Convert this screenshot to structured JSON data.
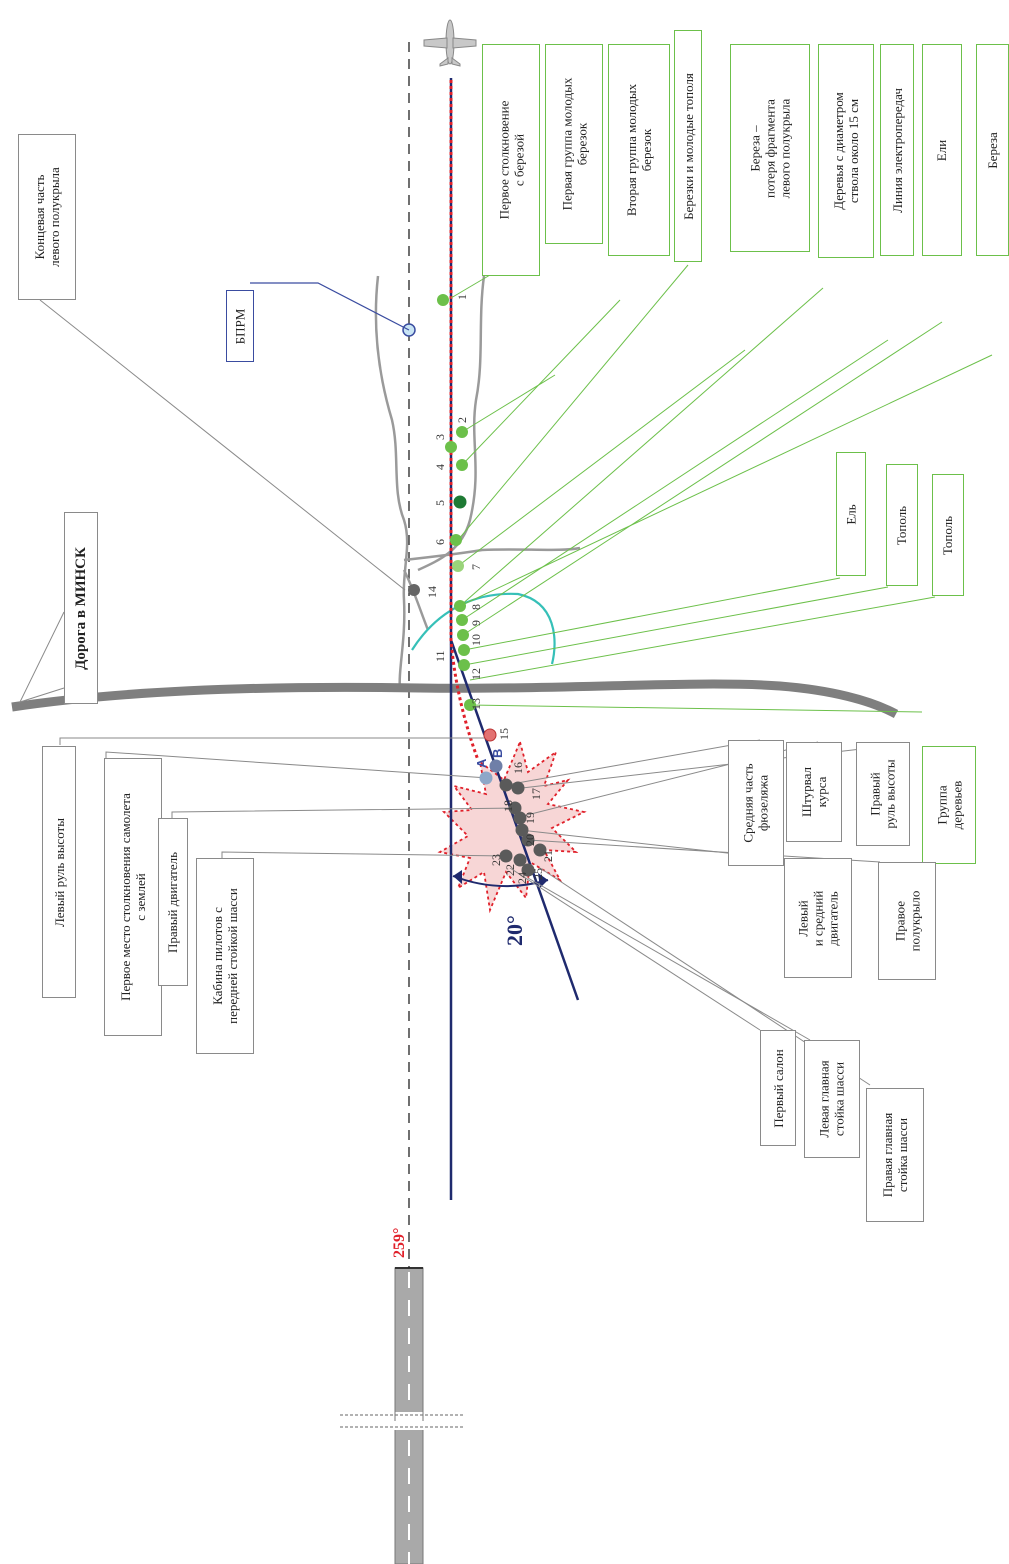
{
  "heading_label": "259°",
  "angle_label": "20°",
  "road_label": "Дорога в МИНСК",
  "beacon_label": "БПРМ",
  "tip_label": "Концевая часть\nлевого полукрыла",
  "crash_markers": {
    "a": "A",
    "b": "B"
  },
  "point_numbers": [
    "1",
    "2",
    "3",
    "4",
    "5",
    "6",
    "7",
    "8",
    "9",
    "10",
    "11",
    "12",
    "13",
    "14",
    "15",
    "16",
    "17",
    "18",
    "19",
    "20",
    "21",
    "22",
    "23",
    "24",
    "25"
  ],
  "tree_labels": [
    "Первое столкновение\nс березой",
    "Первая группа молодых\nберезок",
    "Вторая группа молодых\nберезок",
    "Березки и молодые тополя",
    "Береза –\nпотеря фрагмента\nлевого полукрыла",
    "Деревья с диаметром\nствола около 15 см",
    "Линия электропередач",
    "Ели",
    "Береза",
    "Ель",
    "Тополь",
    "Тополь",
    "Группа\nдеревьев"
  ],
  "left_debris_labels": [
    "Левый руль высоты",
    "Первое место столкновения самолета\nс землей",
    "Правый двигатель",
    "Кабина пилотов с\nпередней стойкой шасси"
  ],
  "right_debris_labels": [
    "Средняя часть\nфюзеляжа",
    "Штурвал\nкурса",
    "Правый\nруль высоты",
    "Левый\nи средний\nдвигатель",
    "Правое\nполукрыло",
    "Первый салон",
    "Левая главная\nстойка шасси",
    "Правая главная\nстойка шасси"
  ],
  "colors": {
    "track": "#e0202a",
    "axis": "#1f2a6e",
    "tree_light": "#6cc04a",
    "tree_dark": "#1e7a34",
    "debris": "#5a5a5a",
    "road": "#7f7f7f",
    "power_line": "#36c0b8",
    "crash_zone": "#f7d6d6"
  }
}
